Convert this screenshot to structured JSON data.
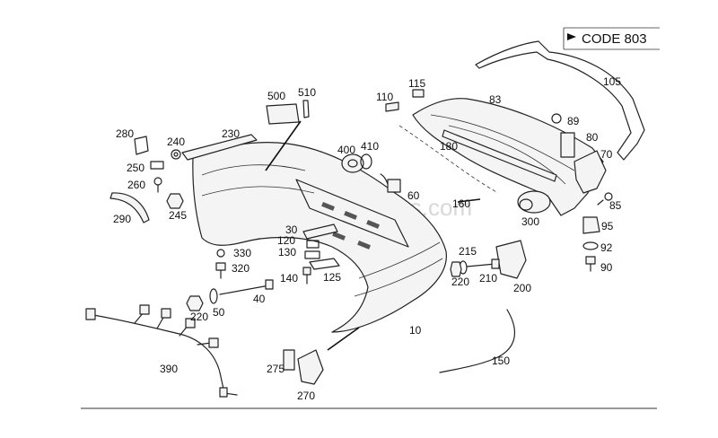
{
  "code_box": {
    "text": "CODE 803"
  },
  "watermark": {
    "text": "luxcarautoparts.com"
  },
  "labels": {
    "l10": "10",
    "l30": "30",
    "l40": "40",
    "l50": "50",
    "l60": "60",
    "l70": "70",
    "l80": "80",
    "l83": "83",
    "l85": "85",
    "l89": "89",
    "l90": "90",
    "l92": "92",
    "l95": "95",
    "l105": "105",
    "l110": "110",
    "l115": "115",
    "l120": "120",
    "l125": "125",
    "l130": "130",
    "l140": "140",
    "l150": "150",
    "l160": "160",
    "l180": "180",
    "l200": "200",
    "l210": "210",
    "l215": "215",
    "l220a": "220",
    "l220b": "220",
    "l230": "230",
    "l240": "240",
    "l245": "245",
    "l250": "250",
    "l260": "260",
    "l270": "270",
    "l275": "275",
    "l280": "280",
    "l290": "290",
    "l300": "300",
    "l320": "320",
    "l330": "330",
    "l390": "390",
    "l400": "400",
    "l410": "410",
    "l500": "500",
    "l510": "510"
  },
  "colors": {
    "line": "#222222",
    "background": "#ffffff",
    "watermark": "#c8c8c8"
  }
}
